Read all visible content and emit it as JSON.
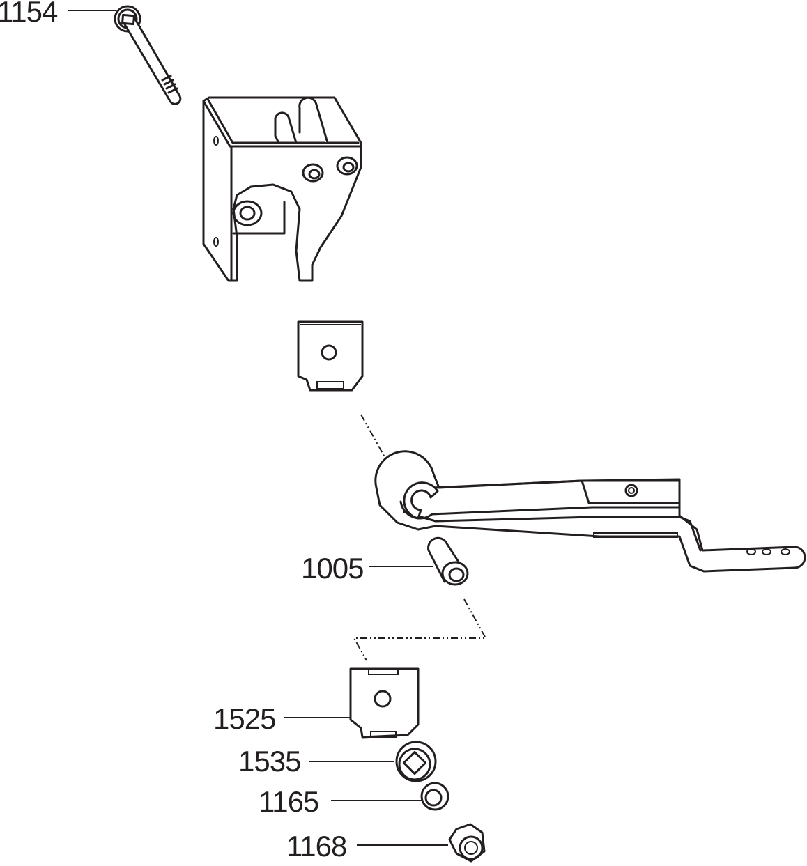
{
  "diagram": {
    "type": "exploded-parts-diagram",
    "callouts": [
      {
        "id": "1154",
        "part": "bolt"
      },
      {
        "id": "1005",
        "part": "bushing-sleeve"
      },
      {
        "id": "1525",
        "part": "shackle-plate"
      },
      {
        "id": "1535",
        "part": "square-washer-bushing"
      },
      {
        "id": "1165",
        "part": "washer"
      },
      {
        "id": "1168",
        "part": "lock-nut"
      }
    ],
    "unlabeled_parts": [
      "hanger-bracket",
      "upper-shackle-plate",
      "leaf-spring"
    ],
    "colors": {
      "line": "#231f20",
      "background": "#ffffff"
    }
  }
}
